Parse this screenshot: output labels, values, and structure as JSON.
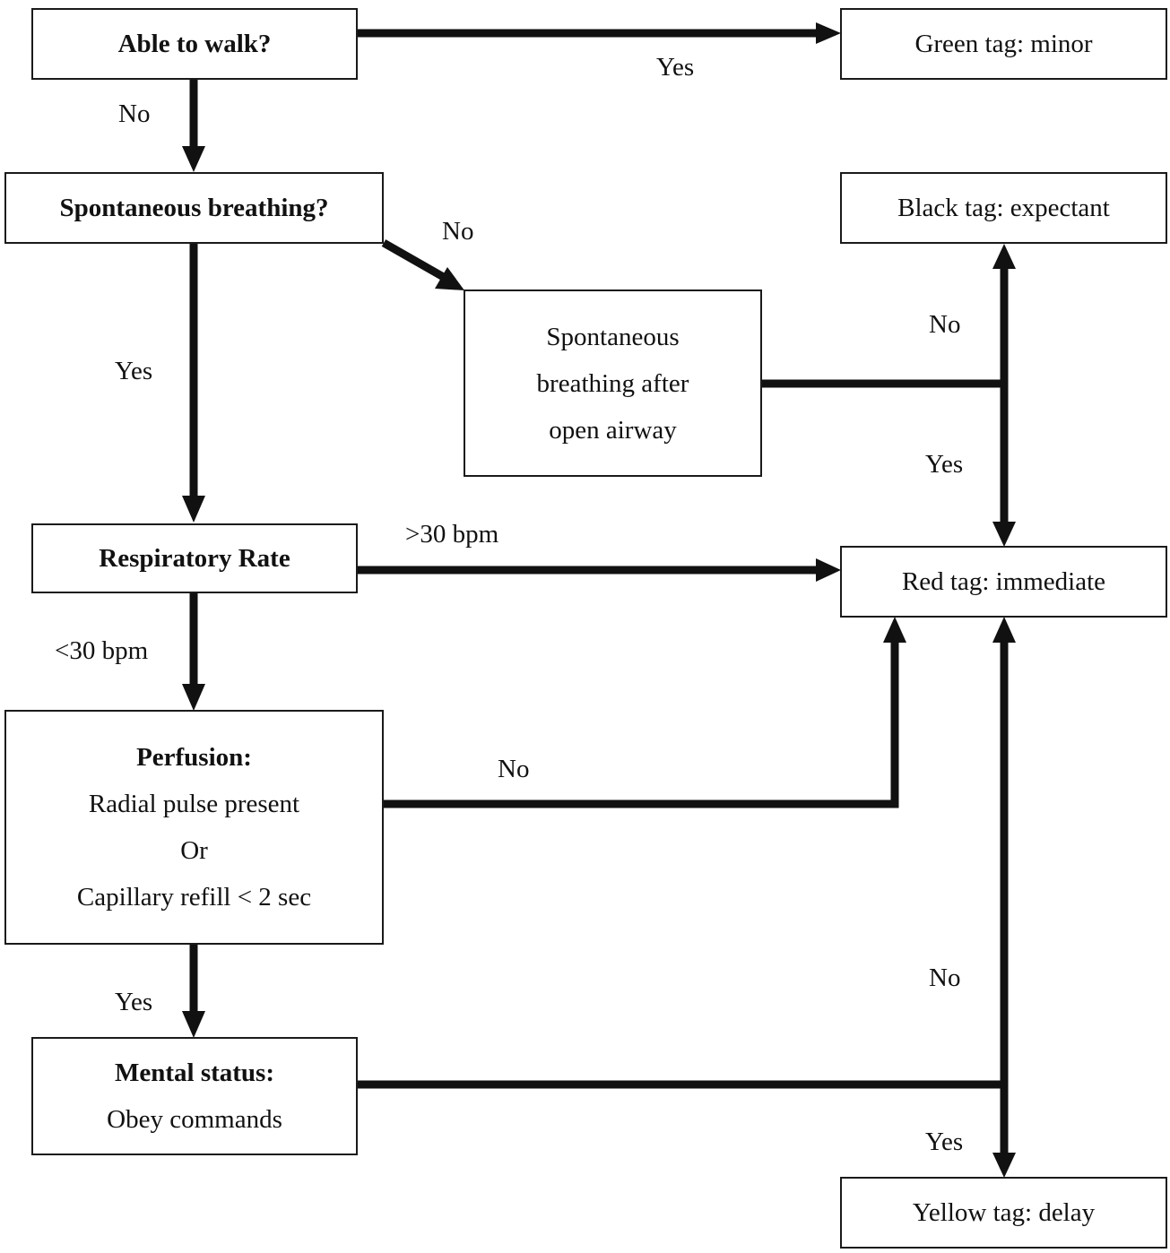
{
  "nodes": {
    "walk": {
      "text": "Able to walk?"
    },
    "breathing": {
      "text": "Spontaneous breathing?"
    },
    "airway": {
      "lines": [
        "Spontaneous",
        "breathing after",
        "open airway"
      ]
    },
    "resp_rate": {
      "text": "Respiratory Rate"
    },
    "perfusion": {
      "title": "Perfusion:",
      "lines": [
        "Radial pulse present",
        "Or",
        "Capillary refill < 2 sec"
      ]
    },
    "mental": {
      "title": "Mental status:",
      "line": "Obey commands"
    },
    "green": {
      "text": "Green tag: minor"
    },
    "black": {
      "text": "Black tag: expectant"
    },
    "red": {
      "text": "Red tag: immediate"
    },
    "yellow": {
      "text": "Yellow tag: delay"
    }
  },
  "edge_labels": {
    "walk_yes": "Yes",
    "walk_no": "No",
    "breathing_no": "No",
    "breathing_yes": "Yes",
    "airway_no": "No",
    "airway_yes": "Yes",
    "rr_high": ">30 bpm",
    "rr_low": "<30 bpm",
    "perfusion_no": "No",
    "perfusion_yes": "Yes",
    "mental_no": "No",
    "mental_yes": "Yes"
  },
  "colors": {
    "line": "#111111",
    "box_border": "#1a1a1a",
    "background": "#ffffff"
  }
}
